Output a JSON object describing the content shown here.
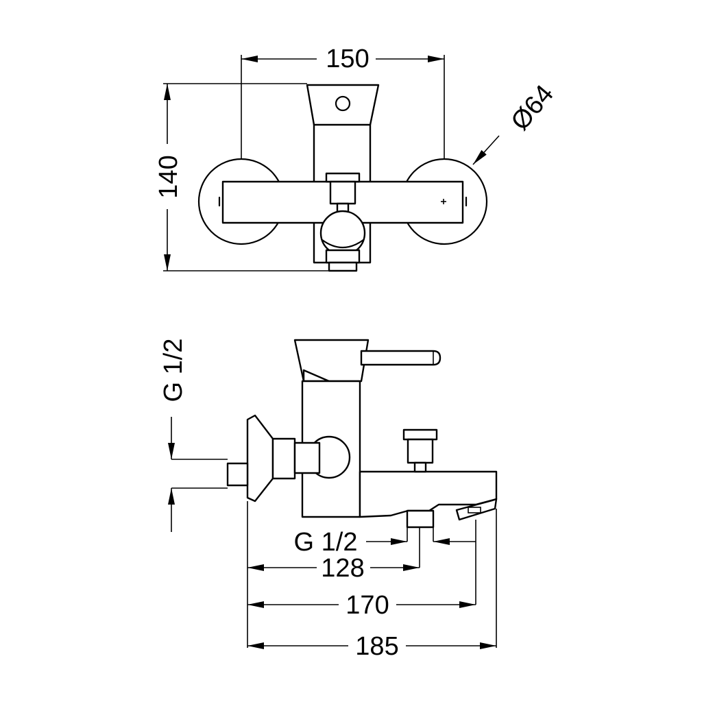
{
  "top_view": {
    "width_label": "150",
    "height_label": "140",
    "diameter_label": "Ø64"
  },
  "side_view": {
    "inlet_thread_label": "G 1/2",
    "outlet_thread_label": "G 1/2",
    "dim_128_label": "128",
    "dim_170_label": "170",
    "dim_185_label": "185"
  }
}
